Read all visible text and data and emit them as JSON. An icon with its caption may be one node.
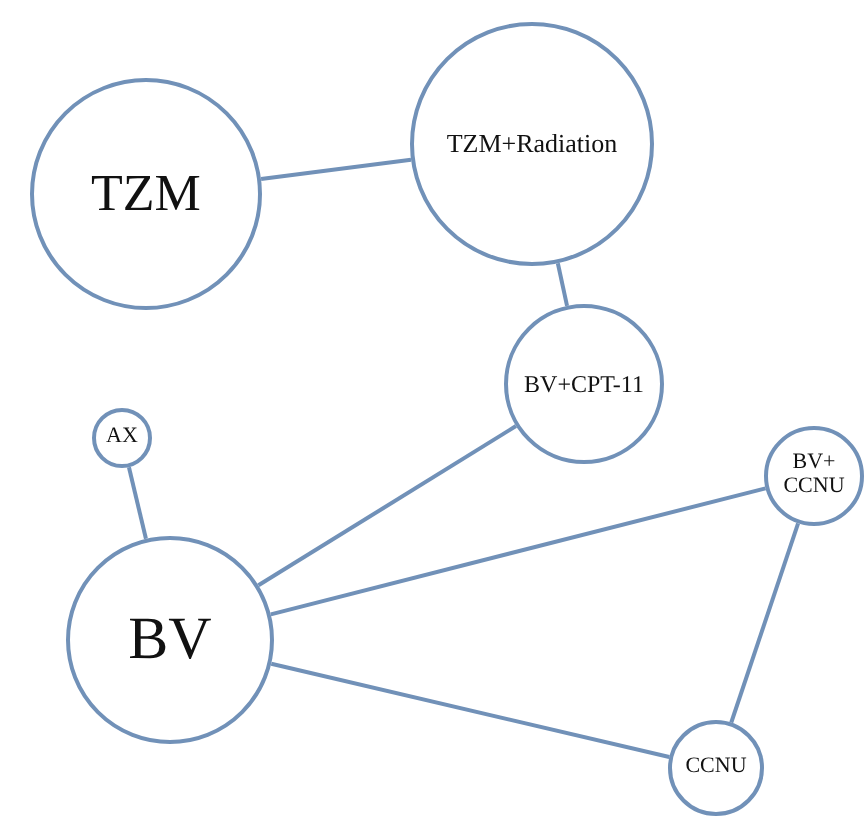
{
  "diagram": {
    "nodes": [
      {
        "text": [
          "TZM"
        ]
      },
      {
        "text": [
          "TZM+Radiation"
        ]
      },
      {
        "text": [
          "BV+CPT-11"
        ]
      },
      {
        "text": [
          "AX"
        ]
      },
      {
        "text": [
          "BV+ CCNU"
        ]
      },
      {
        "text": [
          "BV"
        ]
      },
      {
        "text": [
          "CCNU"
        ]
      }
    ],
    "edges": [
      {
        "from": 0,
        "to": 1,
        "arrow": "none"
      },
      {
        "from": 1,
        "to": 2,
        "arrow": "none"
      },
      {
        "from": 2,
        "to": 5,
        "arrow": "none"
      },
      {
        "from": 3,
        "to": 5,
        "arrow": "none"
      },
      {
        "from": 5,
        "to": 4,
        "arrow": "none"
      },
      {
        "from": 4,
        "to": 6,
        "arrow": "none"
      },
      {
        "from": 5,
        "to": 6,
        "arrow": "none"
      }
    ]
  }
}
